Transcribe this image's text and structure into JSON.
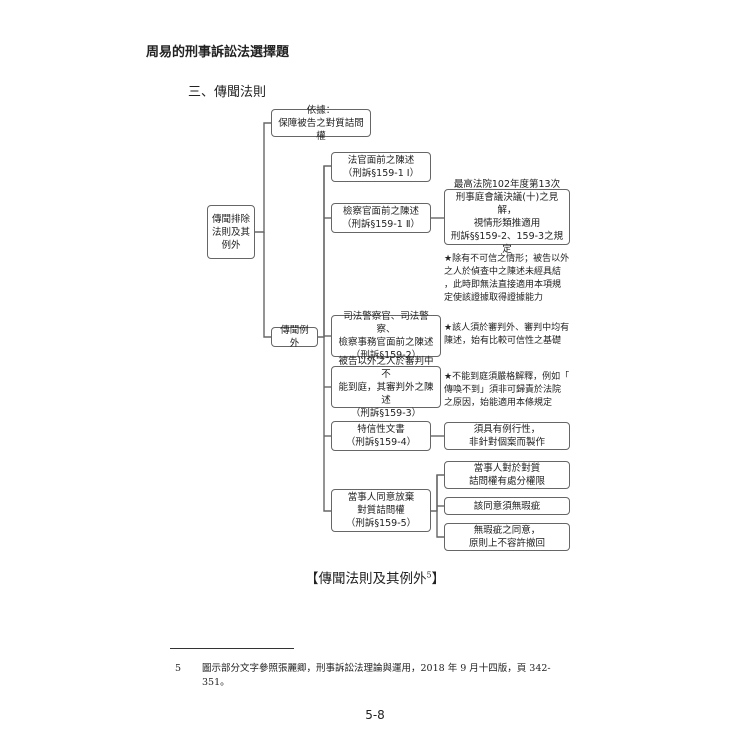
{
  "header": {
    "title": "周易的刑事訴訟法選擇題"
  },
  "section": {
    "heading": "三、傳聞法則"
  },
  "diagram": {
    "root": "傳聞排除\n法則及其\n例外",
    "basis": "依據：\n保障被告之對質詰問權",
    "exceptions_label": "傳聞例外",
    "exceptions": [
      {
        "label": "法官面前之陳述\n（刑訴§159-1 Ⅰ）"
      },
      {
        "label": "檢察官面前之陳述\n（刑訴§159-1 Ⅱ）"
      },
      {
        "label": "司法警察官、司法警察、\n檢察事務官面前之陳述\n（刑訴§159-2）"
      },
      {
        "label": "被告以外之人於審判中不\n能到庭，其審判外之陳述\n（刑訴§159-3）"
      },
      {
        "label": "特信性文書\n（刑訴§159-4）"
      },
      {
        "label": "當事人同意放棄\n對質詰問權\n（刑訴§159-5）"
      }
    ],
    "details": {
      "prosecutor_box": "最高法院102年度第13次\n刑事庭會議決議(十)之見解，\n視情形類推適用\n刑訴§§159-2、159-3之規定",
      "prosecutor_note": "★除有不可信之情形；被告以外\n之人於偵查中之陳述未經具結\n，此時即無法直接適用本項規\n定使該證據取得證據能力",
      "police_note": "★該人須於審判外、審判中均有\n陳述，始有比較可信性之基礎",
      "absent_note": "★不能到庭須嚴格解釋，例如「\n傳喚不到」須非可歸責於法院\n之原因，始能適用本條規定",
      "document_box": "須具有例行性，\n非針對個案而製作",
      "consent_boxes": [
        "當事人對於對質\n詰問權有處分權限",
        "該同意須無瑕疵",
        "無瑕疵之同意，\n原則上不容許撤回"
      ]
    }
  },
  "caption": {
    "text": "【傳聞法則及其例外",
    "sup": "5",
    "close": "】"
  },
  "footnote": {
    "number": "5",
    "text": "圖示部分文字參照張麗卿，刑事訴訟法理論與運用，2018 年 9 月十四版，頁 342-\n351。"
  },
  "page_number": "5-8"
}
